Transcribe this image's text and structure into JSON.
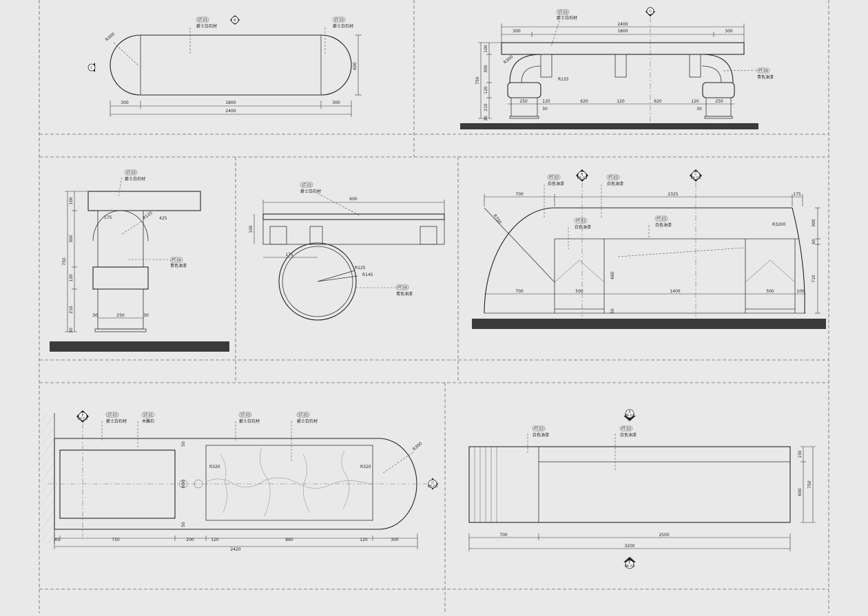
{
  "views": {
    "top_plan": {
      "tags": [
        "ST-03",
        "ST-03"
      ],
      "labels": [
        "爵士白石材",
        "爵士白石材"
      ],
      "radius": "R300",
      "dims": [
        "300",
        "1800",
        "300",
        "2400",
        "600"
      ],
      "markers": {
        "b": "B",
        "c": "C"
      }
    },
    "front_elev": {
      "tags": [
        "ST-03",
        "PT-04"
      ],
      "labels": [
        "爵士白石材",
        "青色油漆"
      ],
      "top_dims": [
        "2400",
        "300",
        "1800",
        "300"
      ],
      "bottom_dims": [
        "250",
        "120",
        "620",
        "120",
        "620",
        "120",
        "250"
      ],
      "gaps": [
        "30",
        "30"
      ],
      "radius": "R300",
      "small": "R125",
      "height_dims": [
        "100",
        "300",
        "120",
        "210",
        "30"
      ],
      "overall_height": "750",
      "marker": "D"
    },
    "side_elev": {
      "tags": [
        "ST-03",
        "PT-04"
      ],
      "labels": [
        "爵士白石材",
        "青色油漆"
      ],
      "dims": [
        "175",
        "R125",
        "425",
        "250",
        "30",
        "30"
      ],
      "height_dims": [
        "100",
        "300",
        "120",
        "210",
        "30"
      ],
      "overall_height": "750"
    },
    "section": {
      "tags": [
        "ST-03",
        "PT-04"
      ],
      "labels": [
        "爵士白石材",
        "青色油漆"
      ],
      "dims": [
        "600",
        "100",
        "175",
        "R125",
        "R145"
      ]
    },
    "large_elev": {
      "tags": [
        "PT-03",
        "PT-03",
        "PT-03",
        "PT-03"
      ],
      "labels": [
        "白色油漆",
        "白色油漆",
        "白色油漆",
        "白色油漆"
      ],
      "top_dims": [
        "700",
        "2325",
        "175"
      ],
      "bottom_dims": [
        "700",
        "500",
        "1400",
        "500",
        "100"
      ],
      "radii": [
        "R700",
        "R3200"
      ],
      "inner": [
        "660",
        "50"
      ],
      "height_dims": [
        "300",
        "60",
        "710"
      ],
      "markers": {
        "b": "B",
        "b_sub": "06-03",
        "c": "C",
        "c_sub": "06-03"
      }
    },
    "plan2": {
      "tags": [
        "ST-03",
        "ST-01",
        "ST-03",
        "ST-03"
      ],
      "labels": [
        "爵士白石材",
        "木雕石",
        "爵士白石材",
        "爵士白石材"
      ],
      "radii": [
        "R300",
        "R320",
        "R320"
      ],
      "bottom_dims": [
        "45",
        "750",
        "200",
        "120",
        "860",
        "120",
        "300"
      ],
      "overall": "2420",
      "side_dims": [
        "50",
        "600",
        "50"
      ],
      "markers": {
        "e": "E",
        "e_sub": "06-02",
        "d": "D",
        "d_sub": "06-03"
      }
    },
    "elev_e": {
      "tags": [
        "PT-03",
        "PT-03"
      ],
      "labels": [
        "白色油漆",
        "白色油漆"
      ],
      "dims": [
        "700",
        "2500",
        "3200"
      ],
      "height_dims": [
        "150",
        "600",
        "750"
      ],
      "markers": {
        "a": "A",
        "a_sub": "06-03",
        "e": "E",
        "e_sub": "06-03"
      }
    }
  }
}
